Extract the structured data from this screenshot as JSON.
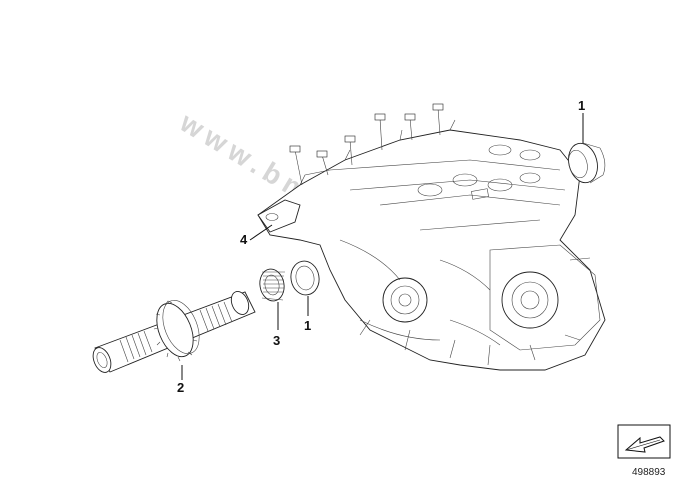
{
  "diagram": {
    "callouts": [
      {
        "id": "c1a",
        "label": "1"
      },
      {
        "id": "c1b",
        "label": "1"
      },
      {
        "id": "c2",
        "label": "2"
      },
      {
        "id": "c3",
        "label": "3"
      },
      {
        "id": "c4",
        "label": "4"
      }
    ],
    "watermark": "www.bmw-sib.ru",
    "part_number": "498893",
    "icons": {
      "corner_badge": "arrow-direction-icon"
    }
  }
}
